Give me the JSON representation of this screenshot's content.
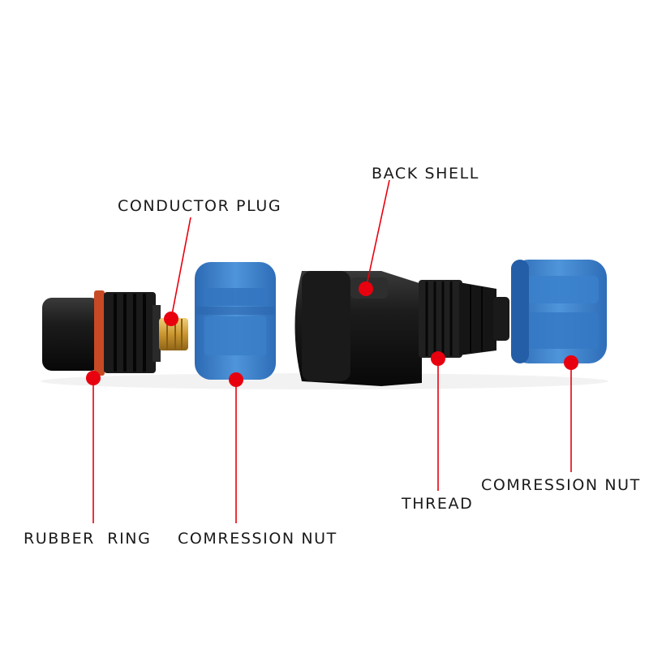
{
  "labels": {
    "back_shell": "BACK SHELL",
    "conductor_plug": "CONDUCTOR PLUG",
    "rubber_ring": "RUBBER  RING",
    "compression_nut_left": "COMRESSION NUT",
    "thread": "THREAD",
    "compression_nut_right": "COMRESSION NUT"
  },
  "colors": {
    "callout": "#e8000e",
    "nut_blue": "#3f86cf",
    "body_black": "#161616",
    "brass": "#d2a84a",
    "rubber_ring": "#c84a24"
  }
}
